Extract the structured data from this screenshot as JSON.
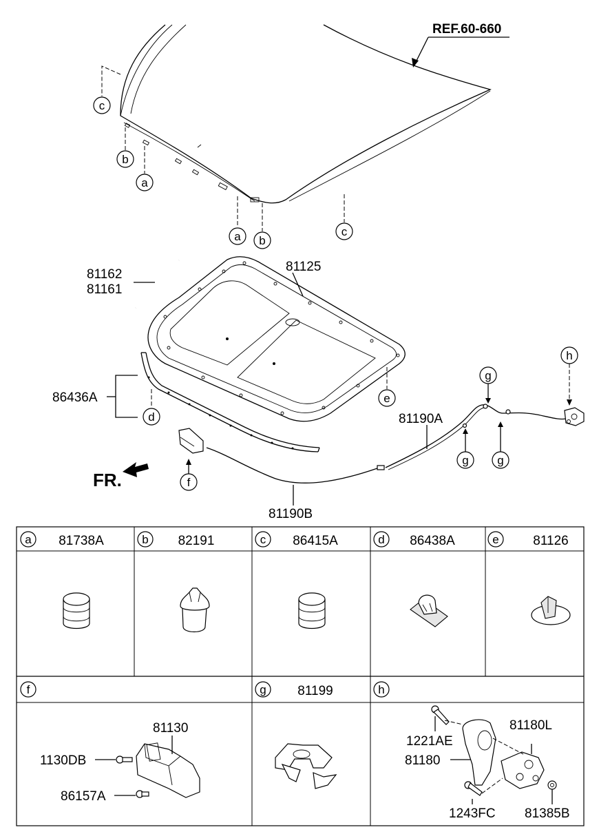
{
  "diagram": {
    "ref_label": "REF.60-660",
    "front_label": "FR.",
    "callouts": {
      "a": "a",
      "b": "b",
      "c": "c",
      "d": "d",
      "e": "e",
      "f": "f",
      "g": "g",
      "h": "h"
    },
    "parts": {
      "p81162": "81162",
      "p81161": "81161",
      "p81125": "81125",
      "p86436A": "86436A",
      "p81190A": "81190A",
      "p81190B": "81190B"
    }
  },
  "table": {
    "row1": [
      {
        "key": "a",
        "part": "81738A"
      },
      {
        "key": "b",
        "part": "82191"
      },
      {
        "key": "c",
        "part": "86415A"
      },
      {
        "key": "d",
        "part": "86438A"
      },
      {
        "key": "e",
        "part": "81126"
      }
    ],
    "row2": [
      {
        "key": "f",
        "part": ""
      },
      {
        "key": "g",
        "part": "81199"
      },
      {
        "key": "h",
        "part": ""
      }
    ],
    "f_parts": {
      "p81130": "81130",
      "p1130DB": "1130DB",
      "p86157A": "86157A"
    },
    "h_parts": {
      "p1221AE": "1221AE",
      "p81180": "81180",
      "p81180L": "81180L",
      "p1243FC": "1243FC",
      "p81385B": "81385B"
    }
  }
}
